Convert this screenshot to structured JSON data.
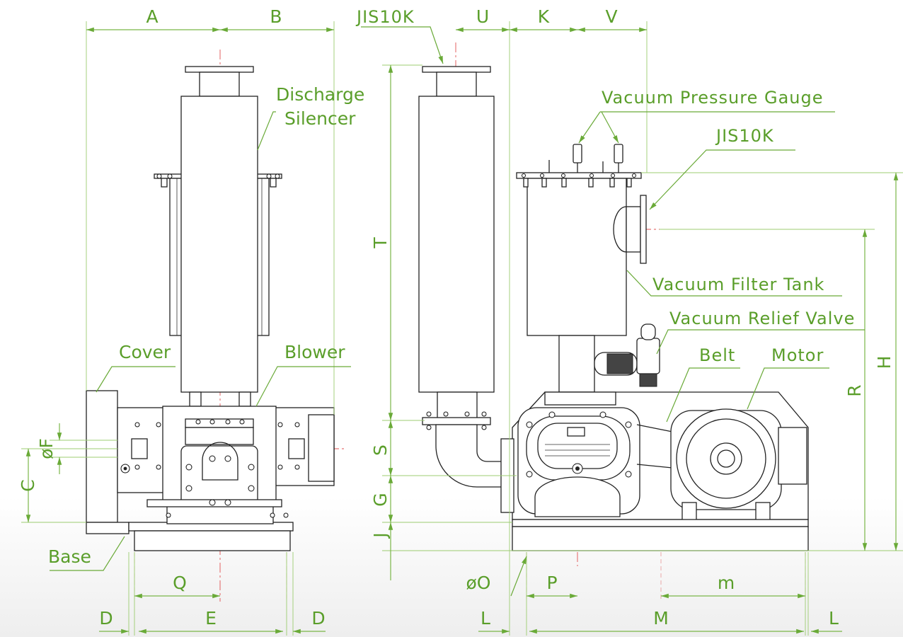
{
  "dimensions": {
    "A": "A",
    "B": "B",
    "C": "C",
    "D_left": "D",
    "D_right": "D",
    "E": "E",
    "F": "øF",
    "G": "G",
    "H": "H",
    "J": "J",
    "K": "K",
    "L_left": "L",
    "L_right": "L",
    "M": "M",
    "m": "m",
    "O": "øO",
    "P": "P",
    "Q": "Q",
    "R": "R",
    "S": "S",
    "T": "T",
    "U": "U",
    "V": "V"
  },
  "labels": {
    "discharge_silencer_line1": "Discharge",
    "discharge_silencer_line2": "Silencer",
    "cover": "Cover",
    "blower": "Blower",
    "base": "Base",
    "flange_top": "JIS10K",
    "vacuum_pressure_gauge": "Vacuum Pressure Gauge",
    "flange_side": "JIS10K",
    "vacuum_filter_tank": "Vacuum Filter Tank",
    "vacuum_relief_valve": "Vacuum Relief Valve",
    "belt": "Belt",
    "motor": "Motor"
  },
  "colors": {
    "dimension_green": "#5a9e2a",
    "centerline_red": "#e05050",
    "machine_outline": "#222222"
  }
}
